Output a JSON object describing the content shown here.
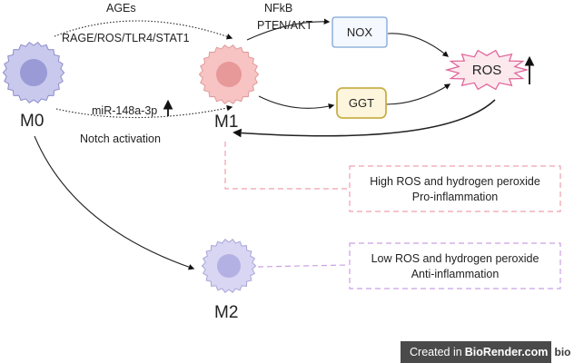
{
  "cells": {
    "m0": {
      "label": "M0",
      "fill": "#c9c9ee",
      "nucleus": "#9a9ad6",
      "stroke": "#8d8dc9"
    },
    "m1": {
      "label": "M1",
      "fill": "#f7c3c3",
      "nucleus": "#e79898",
      "stroke": "#e09a9a"
    },
    "m2": {
      "label": "M2",
      "fill": "#d8d6f2",
      "nucleus": "#b3b0e3",
      "stroke": "#a9a6d9"
    }
  },
  "edges": {
    "ages": "AGEs",
    "rage": "RAGE/ROS/TLR4/STAT1",
    "mir": "miR-148a-3p",
    "notch": "Notch activation",
    "nfkb": "NFkB",
    "pten": "PTEN/AKT"
  },
  "boxes": {
    "nox": {
      "label": "NOX",
      "fill": "#f4f8ff",
      "stroke": "#7ea6d8"
    },
    "ggt": {
      "label": "GGT",
      "fill": "#fdf6dc",
      "stroke": "#c9b04a"
    }
  },
  "ros": {
    "label": "ROS",
    "fill": "#fbe9ee",
    "stroke": "#e0659a"
  },
  "notes": {
    "m1": {
      "line1": "High ROS and hydrogen peroxide",
      "line2": "Pro-inflammation",
      "stroke": "#f1a0ae"
    },
    "m2": {
      "line1": "Low ROS and hydrogen peroxide",
      "line2": "Anti-inflammation",
      "stroke": "#caa0e3"
    }
  },
  "watermark": {
    "prefix": "Created in",
    "brand": "BioRender.com",
    "logo": "bio"
  }
}
